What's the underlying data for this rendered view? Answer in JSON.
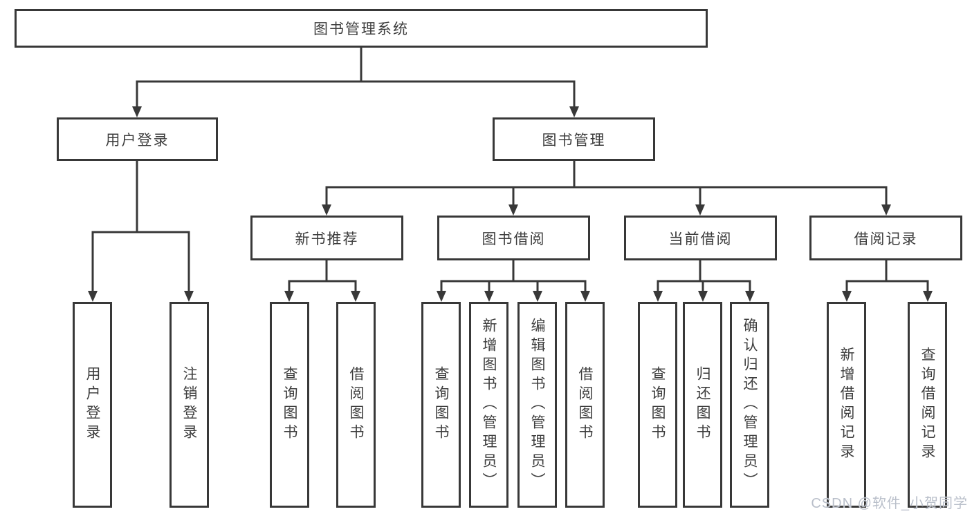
{
  "nodes": {
    "root": "图书管理系统",
    "level2": [
      {
        "label": "用户登录"
      },
      {
        "label": "图书管理"
      }
    ],
    "level3": [
      {
        "label": "新书推荐"
      },
      {
        "label": "图书借阅"
      },
      {
        "label": "当前借阅"
      },
      {
        "label": "借阅记录"
      }
    ],
    "leaves": [
      {
        "label": "用户登录"
      },
      {
        "label": "注销登录"
      },
      {
        "label": "查询图书"
      },
      {
        "label": "借阅图书"
      },
      {
        "label": "查询图书"
      },
      {
        "label": "新增图书（管理员）"
      },
      {
        "label": "编辑图书（管理员）"
      },
      {
        "label": "借阅图书"
      },
      {
        "label": "查询图书"
      },
      {
        "label": "归还图书"
      },
      {
        "label": "确认归还（管理员）"
      },
      {
        "label": "新增借阅记录"
      },
      {
        "label": "查询借阅记录"
      }
    ]
  },
  "watermark": {
    "text": "CSDN @软件_小贺同学"
  },
  "colors": {
    "line": "#383838",
    "box_border": "#383838",
    "box_fill": "#ffffff",
    "text": "#3d3d3d",
    "background": "#ffffff",
    "watermark": "#b9bfca"
  }
}
